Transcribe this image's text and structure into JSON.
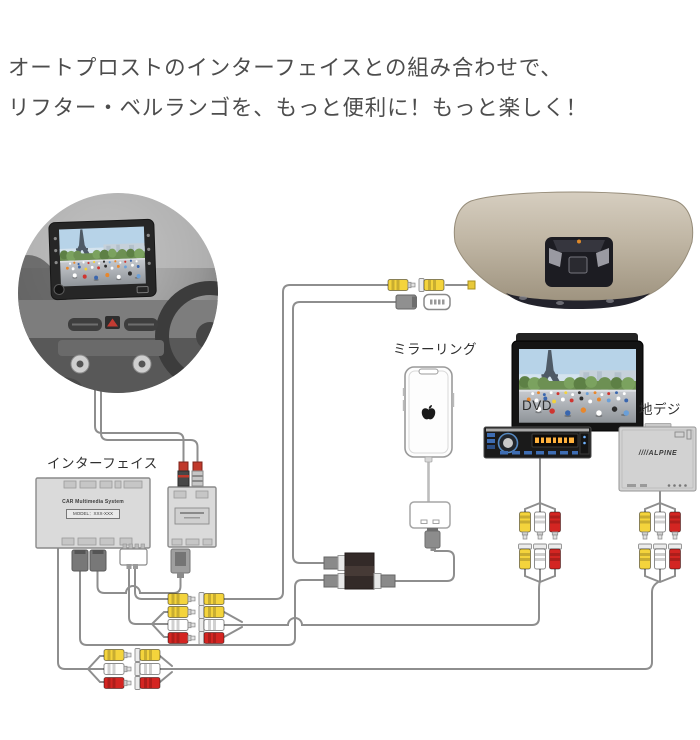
{
  "heading": {
    "line1": "オートプロストのインターフェイスとの組み合わせで、",
    "line2": "リフター・ベルランゴを、もっと便利に！もっと楽しく！"
  },
  "diagram": {
    "interface_label": "インターフェイス",
    "mirroring_label": "ミラーリング",
    "dvd_label": "DVD",
    "digital_tv_label": "地デジ",
    "interface_box": {
      "title": "CAR Multimedia System",
      "model": "MODEL：XXX-XXX"
    },
    "tuner_brand": "////ALPINE",
    "colors": {
      "cable_gray": "#8e8e8e",
      "rca_yellow": "#f4d43c",
      "rca_white": "#ffffff",
      "rca_red": "#d42522",
      "monitor_beige": "#c0b6a4",
      "heading_text": "#4d4d4d"
    }
  }
}
